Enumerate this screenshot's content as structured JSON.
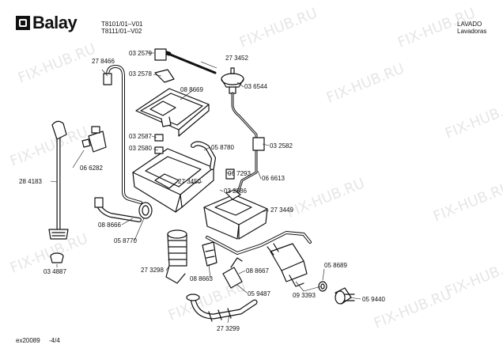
{
  "brand": {
    "logo_text": "Balay"
  },
  "header": {
    "model_line_1": "T8101/01–V01",
    "model_line_2": "T8111/01–V02",
    "category": "LAVADO",
    "subcategory": "Lavadoras"
  },
  "footer": {
    "code": "ex20089",
    "page": "-4/4"
  },
  "watermark": {
    "text": "FIX-HUB.RU"
  },
  "part_labels": [
    "03 2579",
    "27 3452",
    "27 8466",
    "03 2578",
    "08 8669",
    "03 6544",
    "03 2587",
    "05 8780",
    "03 2582",
    "03 2580",
    "06 6282",
    "28 4183",
    "06 7293",
    "06 6613",
    "27 3450",
    "03 2586",
    "27 3449",
    "08 8666",
    "05 8770",
    "27 3298",
    "08 8663",
    "08 8667",
    "05 9487",
    "05 8689",
    "09 3393",
    "05 9440",
    "27 3299",
    "03 4887"
  ]
}
